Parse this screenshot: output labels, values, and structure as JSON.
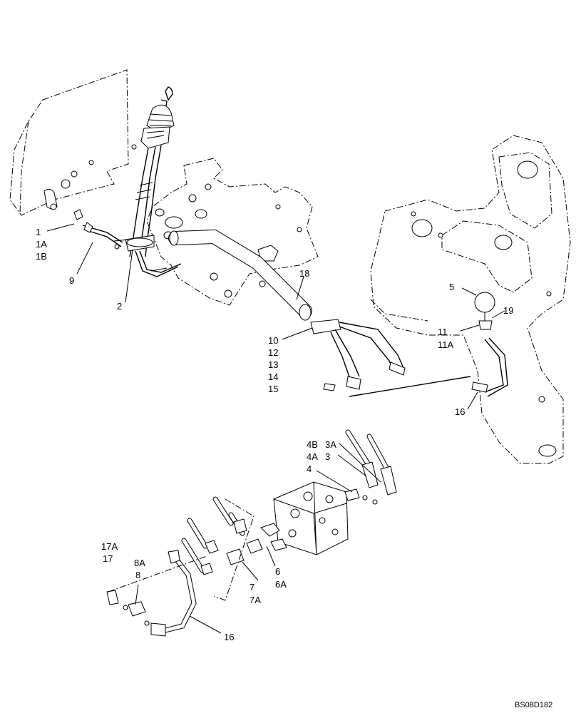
{
  "callouts": {
    "c1": "1",
    "c1a": "1A",
    "c1b": "1B",
    "c9": "9",
    "c2": "2",
    "c18": "18",
    "c5": "5",
    "c19": "19",
    "c11": "11",
    "c11a": "11A",
    "c10": "10",
    "c12": "12",
    "c13": "13",
    "c14": "14",
    "c15": "15",
    "c16_upper": "16",
    "c4b": "4B",
    "c3a": "3A",
    "c4a": "4A",
    "c3": "3",
    "c4": "4",
    "c17a": "17A",
    "c17": "17",
    "c8a": "8A",
    "c8": "8",
    "c6": "6",
    "c6a": "6A",
    "c7": "7",
    "c7a": "7A",
    "c16_lower": "16"
  },
  "reference_code": "BS08D182"
}
